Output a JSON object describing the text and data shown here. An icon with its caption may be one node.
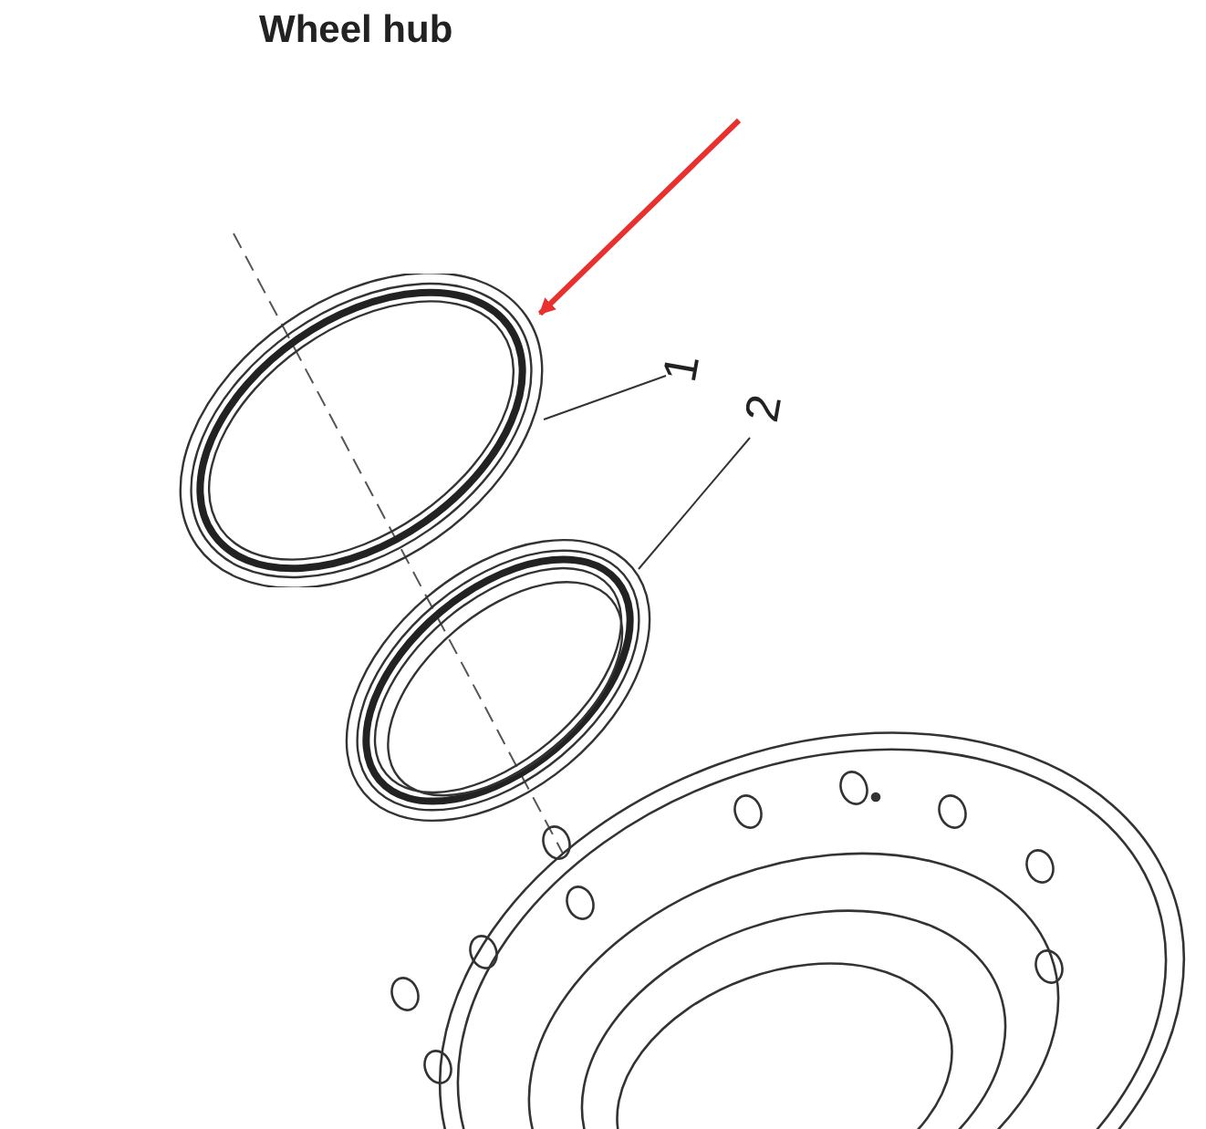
{
  "diagram": {
    "title": "Wheel hub",
    "nodes": [
      {
        "text": [
          "1"
        ]
      },
      {
        "text": [],
        "shape": "picture"
      },
      {
        "text": [
          "2"
        ]
      },
      {
        "text": [],
        "shape": "picture"
      }
    ],
    "edges": [
      {
        "from": 0,
        "to": 1,
        "arrow": "none"
      },
      {
        "from": 2,
        "to": 3,
        "arrow": "none"
      },
      {
        "from": null,
        "to": 1,
        "arrow": "to",
        "style": "thick",
        "color": "#e8302f"
      }
    ]
  }
}
